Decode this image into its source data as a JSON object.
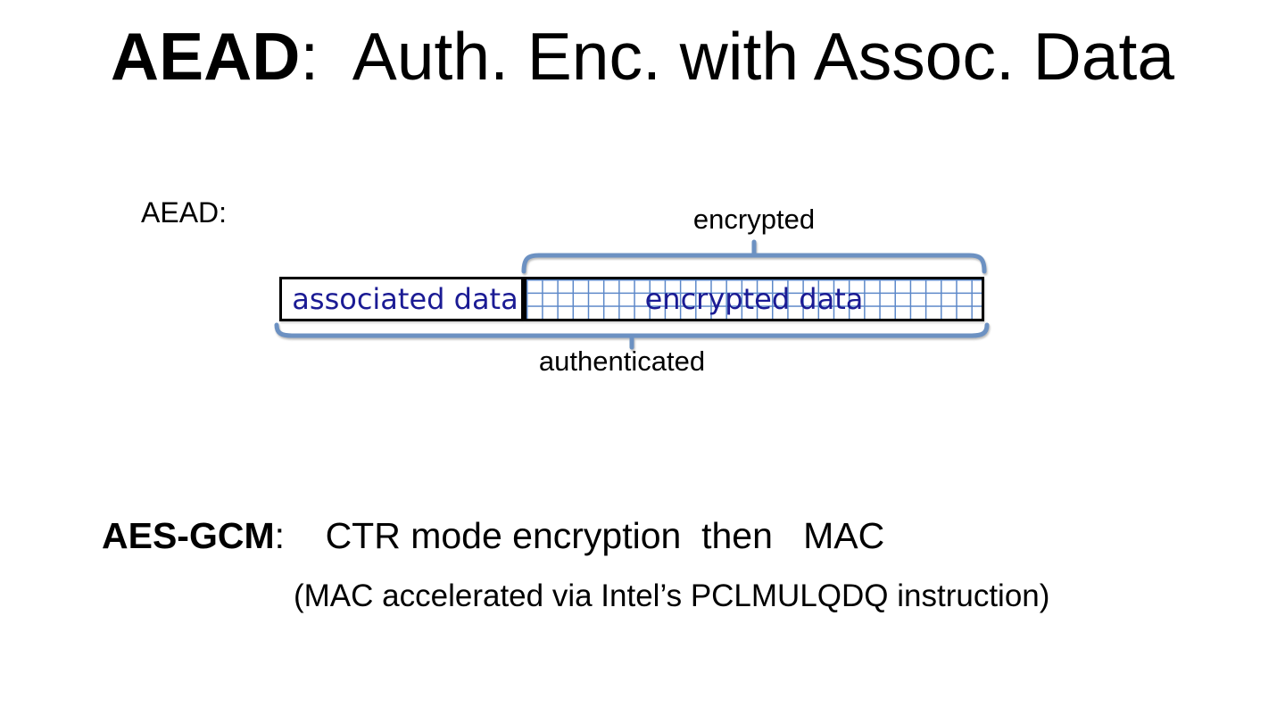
{
  "title": {
    "bold": "AEAD",
    "rest": ":  Auth. Enc. with Assoc. Data"
  },
  "diagram": {
    "label": "AEAD:",
    "encrypted_brace_label": "encrypted",
    "authenticated_brace_label": "authenticated",
    "associated_box_text": "associated data",
    "encrypted_box_text": "encrypted data"
  },
  "notes": {
    "gcm_bold": "AES-GCM",
    "gcm_rest": ":    CTR mode encryption  then   MAC",
    "parenthetical": "(MAC accelerated via Intel’s PCLMULQDQ instruction)"
  },
  "colors": {
    "brace": "#6c91c2",
    "navy_text": "#1b1b94",
    "grid_line": "#5b87c8",
    "box_border": "#000000",
    "text": "#000000",
    "bg": "#ffffff"
  }
}
